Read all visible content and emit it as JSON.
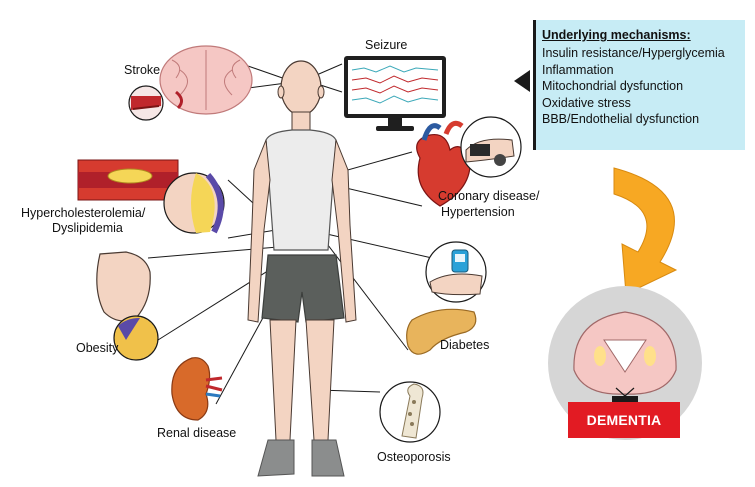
{
  "labels": {
    "stroke": "Stroke",
    "seizure": "Seizure",
    "coronary": "Coronary disease/",
    "hypertension": "Hypertension",
    "hypercholesterolemia": "Hypercholesterolemia/",
    "dyslipidemia": "Dyslipidemia",
    "obesity": "Obesity",
    "diabetes": "Diabetes",
    "renal": "Renal disease",
    "osteoporosis": "Osteoporosis"
  },
  "mechanisms": {
    "title": "Underlying mechanisms:",
    "items": [
      "Insulin resistance/Hyperglycemia",
      "Inflammation",
      "Mitochondrial dysfunction",
      "Oxidative stress",
      "BBB/Endothelial dysfunction"
    ]
  },
  "outcome": {
    "label": "DEMENTIA"
  },
  "colors": {
    "mechanism_box": "#c7ecf5",
    "arrow": "#f7a823",
    "dementia_badge": "#e21b23",
    "circle_bg": "#d6d6d6"
  }
}
